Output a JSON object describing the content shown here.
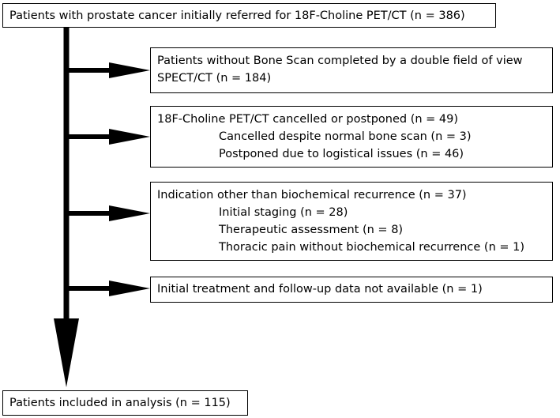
{
  "top_box": {
    "text": "Patients with prostate cancer initially referred for 18F-Choline PET/CT (n = 386)"
  },
  "exclusions": [
    {
      "lines": [
        "Patients without Bone Scan completed by a double field of view",
        "SPECT/CT (n = 184)"
      ],
      "sub_items": []
    },
    {
      "lines": [
        "18F-Choline PET/CT cancelled or postponed (n = 49)"
      ],
      "sub_items": [
        "Cancelled despite normal bone scan (n = 3)",
        "Postponed due to logistical issues (n = 46)"
      ]
    },
    {
      "lines": [
        "Indication other than biochemical recurrence (n = 37)"
      ],
      "sub_items": [
        "Initial staging (n = 28)",
        "Therapeutic assessment (n = 8)",
        "Thoracic pain without biochemical recurrence (n = 1)"
      ]
    },
    {
      "lines": [
        "Initial treatment and follow-up data not available (n = 1)"
      ],
      "sub_items": []
    }
  ],
  "bottom_box": {
    "text": "Patients included in analysis (n = 115)"
  }
}
